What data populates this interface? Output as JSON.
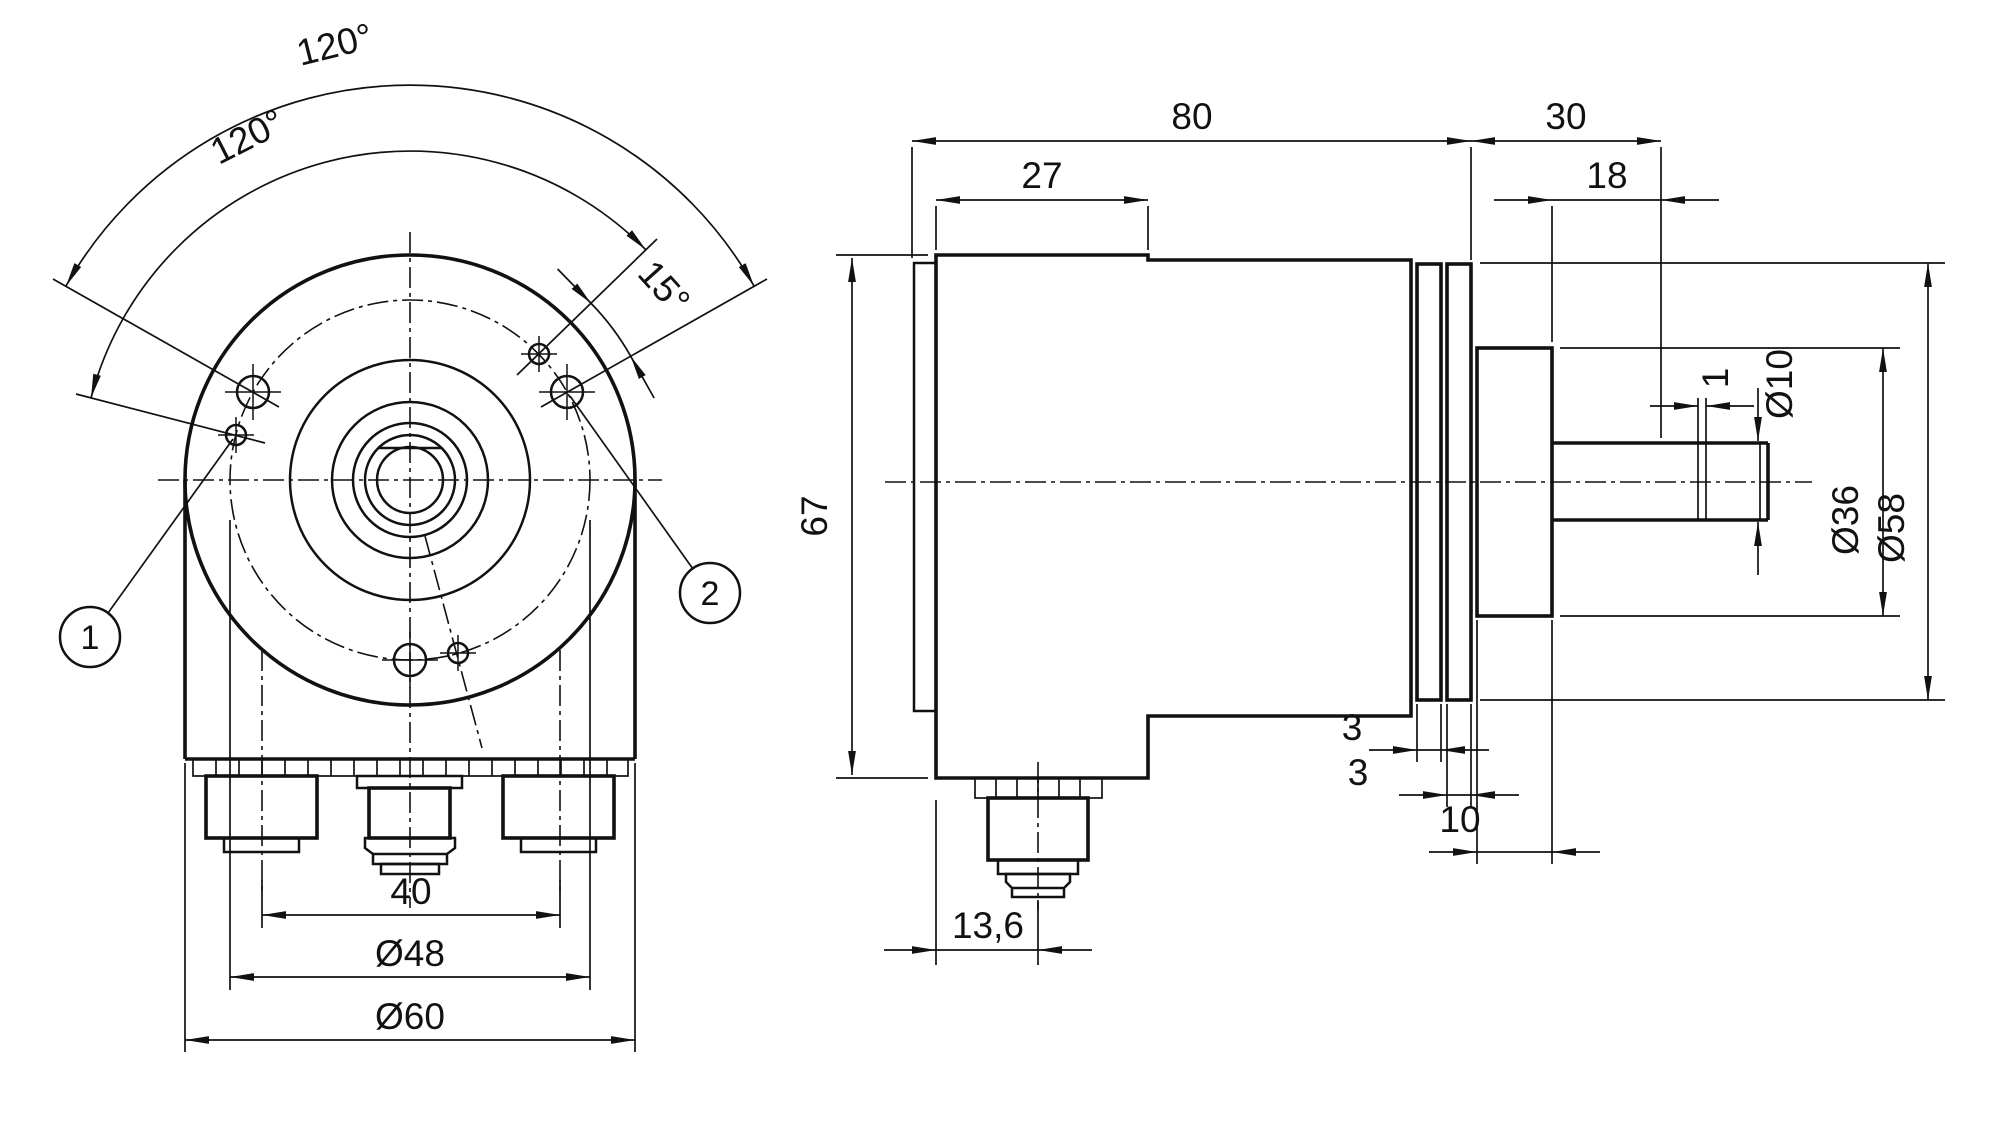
{
  "colors": {
    "line": "#111111",
    "background": "#ffffff"
  },
  "front": {
    "angle_outer": "120°",
    "angle_inner": "120°",
    "angle_offset": "15°",
    "callout_1": "1",
    "callout_2": "2",
    "dim_connector_spacing": "40",
    "dim_bolt_circle": "Ø48",
    "dim_body_dia": "Ø60"
  },
  "side": {
    "dim_body_length": "80",
    "dim_front_length": "27",
    "dim_flange_shaft": "30",
    "dim_shaft_length": "18",
    "dim_body_height": "67",
    "dim_groove_width": "1",
    "dim_shaft_dia": "Ø10",
    "dim_hub_dia": "Ø36",
    "dim_flange_dia": "Ø58",
    "dim_ring_front": "3",
    "dim_ring_back": "3",
    "dim_flange_depth": "10",
    "dim_connector_offset": "13,6"
  }
}
